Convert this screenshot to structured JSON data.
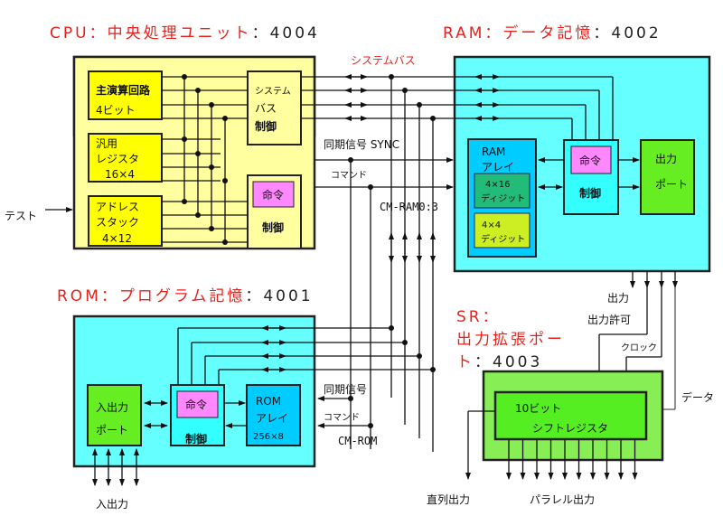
{
  "titles": {
    "cpu": {
      "name": "CPU：中央処理ユニット",
      "num": "：4004"
    },
    "ram": {
      "name": "RAM：データ記憶",
      "num": "：4002"
    },
    "rom": {
      "name": "ROM：プログラム記憶",
      "num": "：4001"
    },
    "sr_line1": "SR：",
    "sr_line2": "出力拡張ポー",
    "sr_line3": "ト",
    "sr_num": "：4003"
  },
  "colors": {
    "cpu_bg": "#ffffa0",
    "cpu_block": "#ffff00",
    "ram_bg": "#66ffff",
    "ram_array": "#00ccff",
    "ram_16": "#22bb77",
    "ram_4": "#ccee22",
    "control": "#33ffff",
    "instruction": "#ff88ff",
    "port": "#66ee22",
    "sr_outer": "#88ee55",
    "sr_inner": "#55ee22",
    "title_red": "#e8201c"
  },
  "cpu": {
    "alu_line1": "主演算回路",
    "alu_line2": "4ビット",
    "reg_line1": "汎用",
    "reg_line2": "レジスタ",
    "reg_line3": "16×4",
    "stack_line1": "アドレス",
    "stack_line2": "スタック",
    "stack_line3": "4×12",
    "busctl_line1": "システム",
    "busctl_line2": "バス",
    "busctl_line3": "制御",
    "instr": "命令",
    "ctrl": "制御",
    "test_label": "テスト"
  },
  "bus": {
    "system_bus": "システムバス",
    "sync": "同期信号 SYNC",
    "command": "コマンド",
    "cm_ram": "CM-RAM0:3",
    "sync_rom": "同期信号",
    "command_rom": "コマンド",
    "cm_rom": "CM-ROM"
  },
  "ram": {
    "array_line1": "RAM",
    "array_line2": "アレイ",
    "block16_line1": "4×16",
    "block16_line2": "ディジット",
    "block4_line1": "4×4",
    "block4_line2": "ディジット",
    "instr": "命令",
    "ctrl": "制御",
    "port_line1": "出力",
    "port_line2": "ポート"
  },
  "rom": {
    "io_line1": "入出力",
    "io_line2": "ポート",
    "instr": "命令",
    "ctrl": "制御",
    "array_line1": "ROM",
    "array_line2": "アレイ",
    "array_line3": "256×8",
    "io_label": "入出力"
  },
  "sr": {
    "out_label": "出力",
    "enable_label": "出力許可",
    "clock_label": "クロック",
    "data_label": "データ",
    "reg_line1": "10ビット",
    "reg_line2": "シフトレジスタ",
    "serial_out": "直列出力",
    "parallel_out": "パラレル出力"
  }
}
